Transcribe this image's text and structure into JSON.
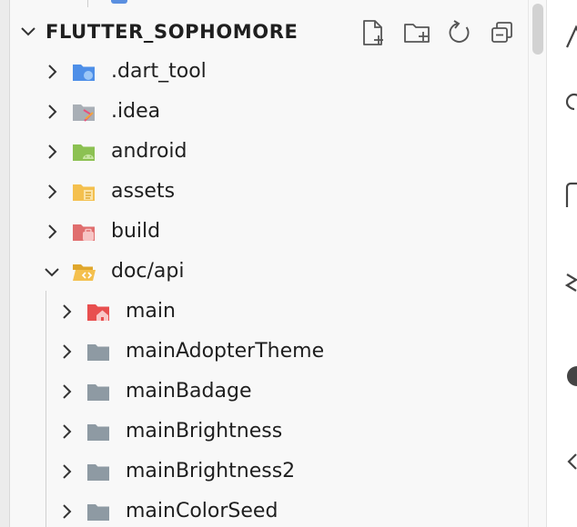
{
  "explorer": {
    "section_title": "FLUTTER_SOPHOMORE",
    "actions": [
      "new-file-icon",
      "new-folder-icon",
      "refresh-icon",
      "collapse-all-icon"
    ],
    "items": [
      {
        "label": ".dart_tool",
        "expanded": false,
        "icon": "dart-tool-folder-icon",
        "color": "#4e8fe8"
      },
      {
        "label": ".idea",
        "expanded": false,
        "icon": "idea-folder-icon",
        "color": "#a9afb6"
      },
      {
        "label": "android",
        "expanded": false,
        "icon": "android-folder-icon",
        "color": "#8cc152"
      },
      {
        "label": "assets",
        "expanded": false,
        "icon": "assets-folder-icon",
        "color": "#f4c04e"
      },
      {
        "label": "build",
        "expanded": false,
        "icon": "build-folder-icon",
        "color": "#e06e6e"
      },
      {
        "label": "doc/api",
        "expanded": true,
        "icon": "doc-folder-open-icon",
        "color": "#f4c04e"
      },
      {
        "label": "main",
        "expanded": false,
        "icon": "home-folder-icon",
        "color": "#e84f4f"
      },
      {
        "label": "mainAdopterTheme",
        "expanded": false,
        "icon": "folder-icon",
        "color": "#8e9aa3"
      },
      {
        "label": "mainBadage",
        "expanded": false,
        "icon": "folder-icon",
        "color": "#8e9aa3"
      },
      {
        "label": "mainBrightness",
        "expanded": false,
        "icon": "folder-icon",
        "color": "#8e9aa3"
      },
      {
        "label": "mainBrightness2",
        "expanded": false,
        "icon": "folder-icon",
        "color": "#8e9aa3"
      },
      {
        "label": "mainColorSeed",
        "expanded": false,
        "icon": "folder-icon",
        "color": "#8e9aa3"
      }
    ]
  },
  "colors": {
    "sidebar_bg": "#f8f8f8",
    "text": "#1f1f1f",
    "icon_stroke": "#555555",
    "indent_guide": "#d0d0d0"
  }
}
